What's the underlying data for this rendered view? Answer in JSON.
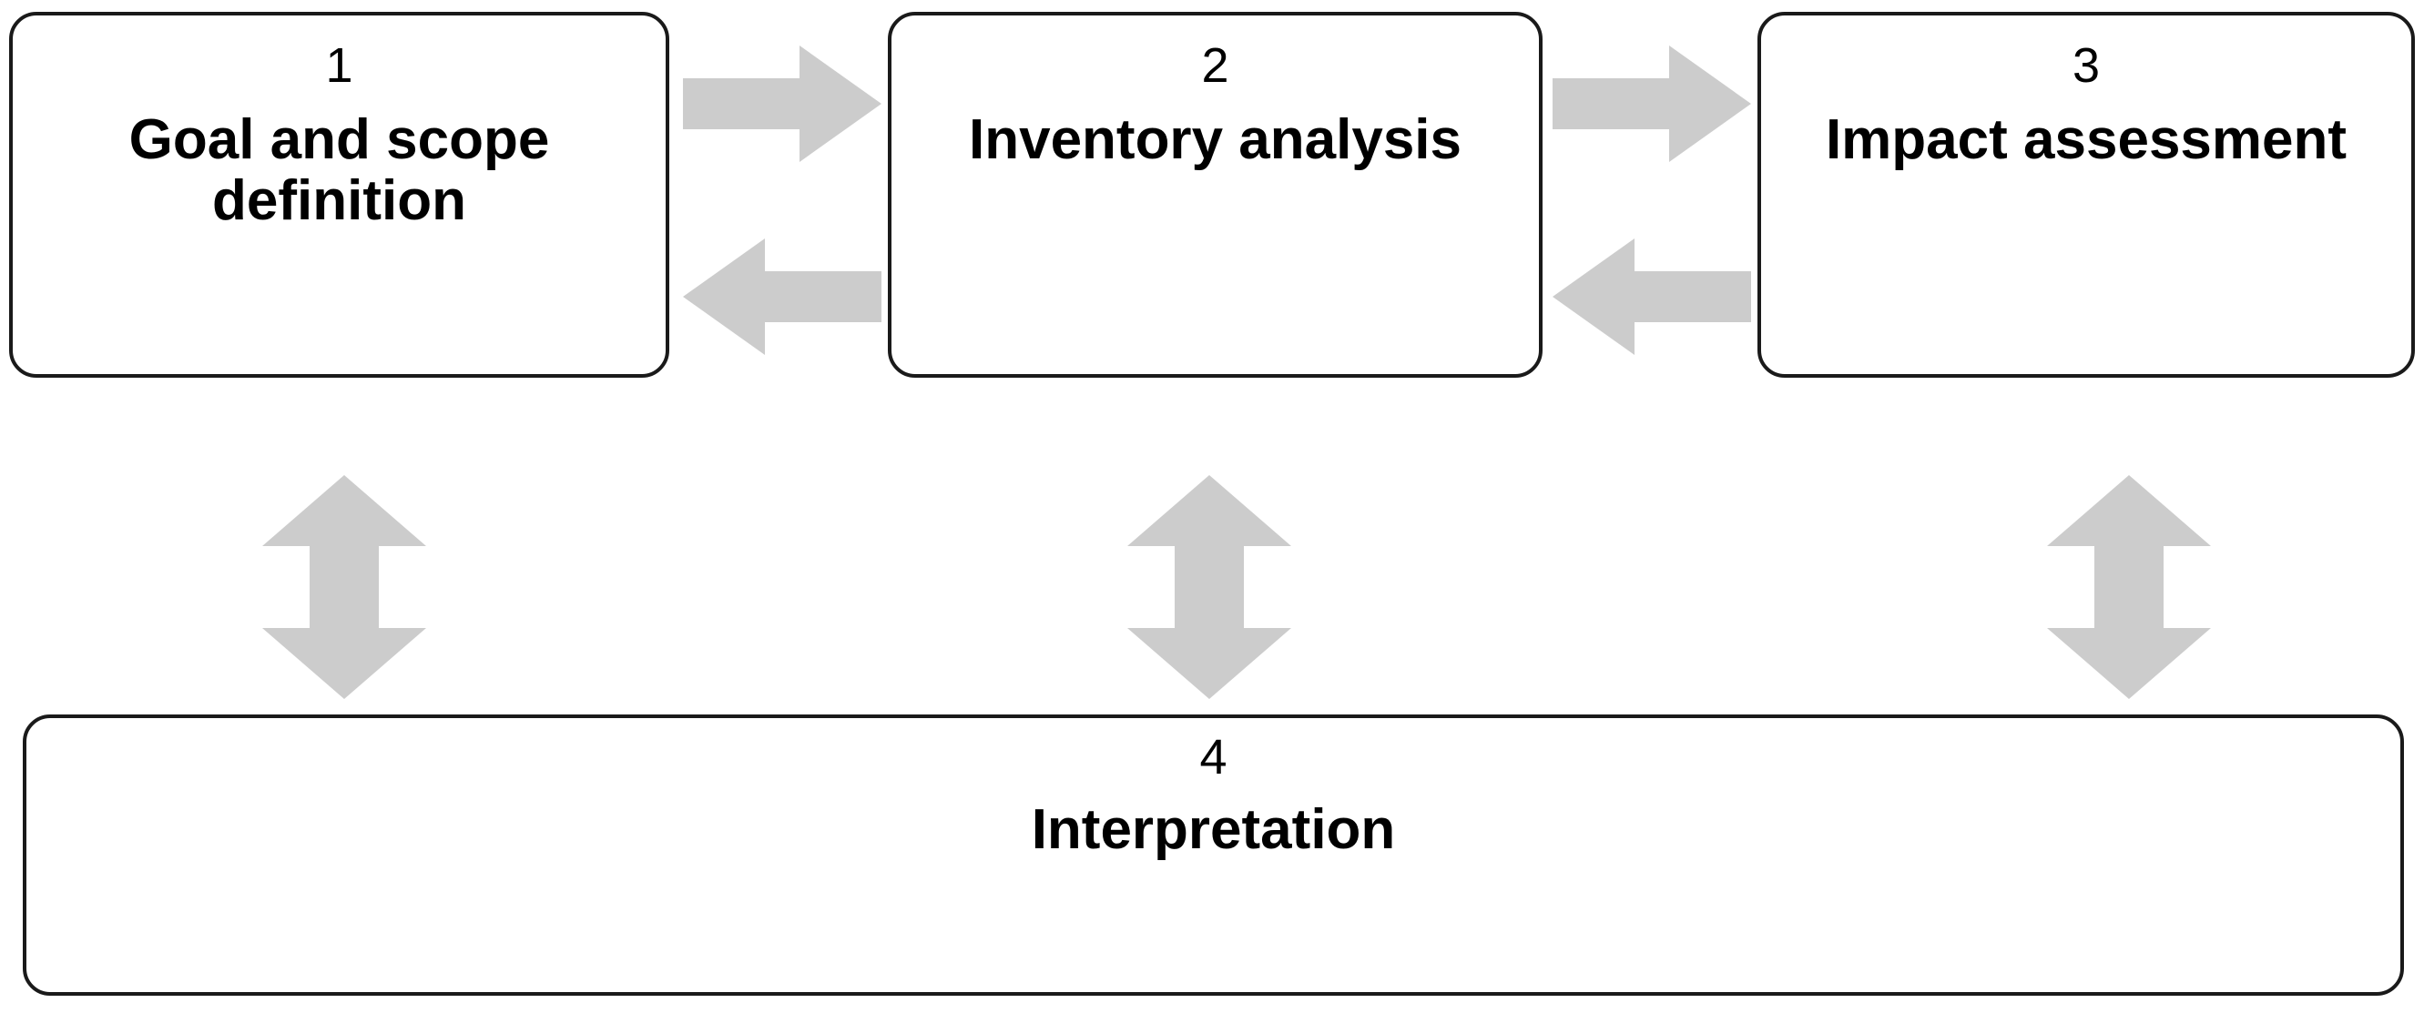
{
  "diagram": {
    "title_text": "",
    "arrow_color": "#cccccc",
    "border_color": "#1a1a1a",
    "background": "#ffffff",
    "nodes": [
      {
        "number": "1",
        "label": "Goal and scope\ndefinition"
      },
      {
        "number": "2",
        "label": "Inventory analysis"
      },
      {
        "number": "3",
        "label": "Impact assessment"
      },
      {
        "number": "4",
        "label": "Interpretation"
      }
    ],
    "connectors": [
      {
        "name": "goal-to-inventory",
        "direction": "right"
      },
      {
        "name": "inventory-to-goal",
        "direction": "left"
      },
      {
        "name": "inventory-to-impact",
        "direction": "right"
      },
      {
        "name": "impact-to-inventory",
        "direction": "left"
      },
      {
        "name": "goal-to-interpretation",
        "direction": "up-down"
      },
      {
        "name": "inventory-to-interpretation",
        "direction": "up-down"
      },
      {
        "name": "impact-to-interpretation",
        "direction": "up-down"
      }
    ]
  }
}
